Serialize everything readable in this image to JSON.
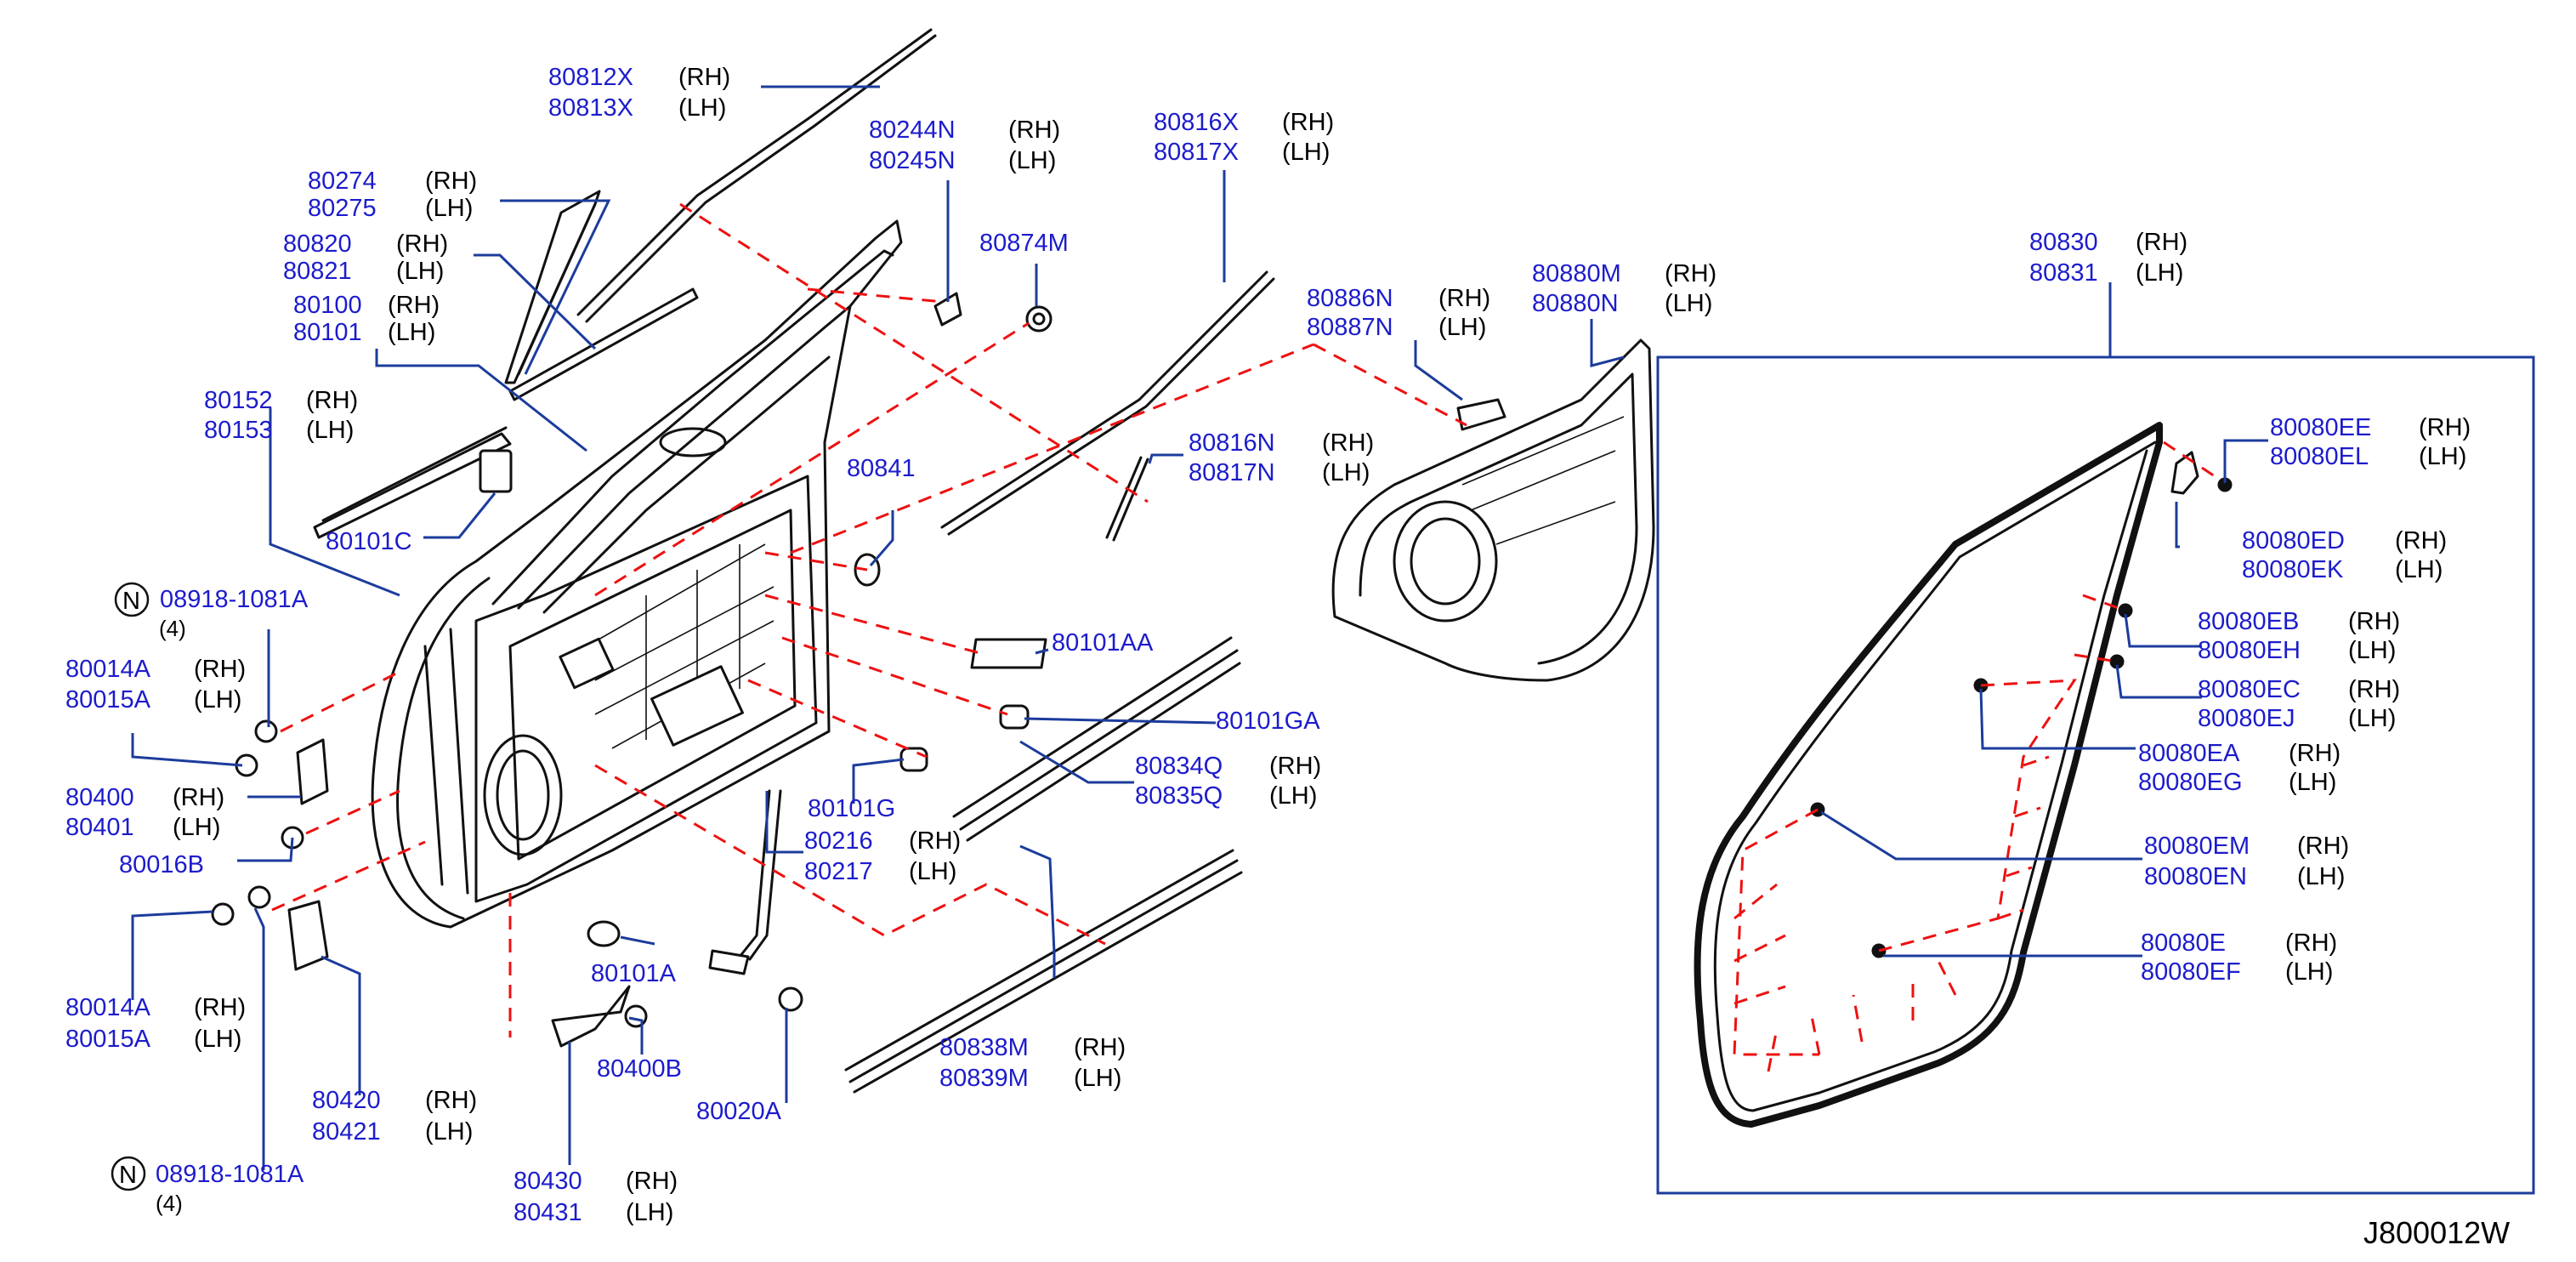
{
  "diagram_code": "J800012W",
  "side": {
    "rh": "(RH)",
    "lh": "(LH)"
  },
  "nut_symbol": "N",
  "labels": {
    "l80812": [
      "80812X",
      "80813X"
    ],
    "l80274": [
      "80274",
      "80275"
    ],
    "l80820": [
      "80820",
      "80821"
    ],
    "l80100": [
      "80100",
      "80101"
    ],
    "l80152": [
      "80152",
      "80153"
    ],
    "l80101C": [
      "80101C"
    ],
    "l08918a": [
      "08918-1081A"
    ],
    "l80014a": [
      "80014A",
      "80015A"
    ],
    "l80400": [
      "80400",
      "80401"
    ],
    "l80016B": [
      "80016B"
    ],
    "l80014b": [
      "80014A",
      "80015A"
    ],
    "l80420": [
      "80420",
      "80421"
    ],
    "l08918b": [
      "08918-1081A"
    ],
    "l80430": [
      "80430",
      "80431"
    ],
    "l80400B": [
      "80400B"
    ],
    "l80101A": [
      "80101A"
    ],
    "l80020A": [
      "80020A"
    ],
    "l80216": [
      "80216",
      "80217"
    ],
    "l80101G": [
      "80101G"
    ],
    "l80838": [
      "80838M",
      "80839M"
    ],
    "l80834": [
      "80834Q",
      "80835Q"
    ],
    "l80101GA": [
      "80101GA"
    ],
    "l80101AA": [
      "80101AA"
    ],
    "l80841": [
      "80841"
    ],
    "l80244": [
      "80244N",
      "80245N"
    ],
    "l80874M": [
      "80874M"
    ],
    "l80816a": [
      "80816X",
      "80817X"
    ],
    "l80816b": [
      "80816N",
      "80817N"
    ],
    "l80886": [
      "80886N",
      "80887N"
    ],
    "l80880": [
      "80880M",
      "80880N"
    ],
    "l80830": [
      "80830",
      "80831"
    ],
    "l80080EE": [
      "80080EE",
      "80080EL"
    ],
    "l80080ED": [
      "80080ED",
      "80080EK"
    ],
    "l80080EB": [
      "80080EB",
      "80080EH"
    ],
    "l80080EC": [
      "80080EC",
      "80080EJ"
    ],
    "l80080EA": [
      "80080EA",
      "80080EG"
    ],
    "l80080EM": [
      "80080EM",
      "80080EN"
    ],
    "l80080E": [
      "80080E",
      "80080EF"
    ]
  },
  "qty": {
    "q1": "(4)",
    "q2": "(4)"
  }
}
